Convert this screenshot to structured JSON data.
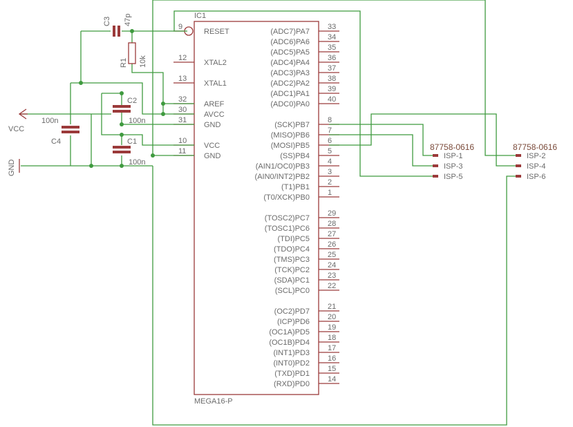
{
  "ic": {
    "name": "IC1",
    "value": "MEGA16-P",
    "left_pins": [
      {
        "num": "9",
        "label": "RESET"
      },
      {
        "num": "12",
        "label": "XTAL2"
      },
      {
        "num": "13",
        "label": "XTAL1"
      },
      {
        "num": "32",
        "label": "AREF"
      },
      {
        "num": "30",
        "label": "AVCC"
      },
      {
        "num": "31",
        "label": "GND"
      },
      {
        "num": "10",
        "label": "VCC"
      },
      {
        "num": "11",
        "label": "GND"
      }
    ],
    "right_pins": [
      {
        "num": "33",
        "label": "(ADC7)PA7"
      },
      {
        "num": "34",
        "label": "(ADC6)PA6"
      },
      {
        "num": "35",
        "label": "(ADC5)PA5"
      },
      {
        "num": "36",
        "label": "(ADC4)PA4"
      },
      {
        "num": "37",
        "label": "(ADC3)PA3"
      },
      {
        "num": "38",
        "label": "(ADC2)PA2"
      },
      {
        "num": "39",
        "label": "(ADC1)PA1"
      },
      {
        "num": "40",
        "label": "(ADC0)PA0"
      },
      {
        "num": "8",
        "label": "(SCK)PB7"
      },
      {
        "num": "7",
        "label": "(MISO)PB6"
      },
      {
        "num": "6",
        "label": "(MOSI)PB5"
      },
      {
        "num": "5",
        "label": "(SS)PB4"
      },
      {
        "num": "4",
        "label": "(AIN1/OC0)PB3"
      },
      {
        "num": "3",
        "label": "(AIN0/INT2)PB2"
      },
      {
        "num": "2",
        "label": "(T1)PB1"
      },
      {
        "num": "1",
        "label": "(T0/XCK)PB0"
      },
      {
        "num": "29",
        "label": "(TOSC2)PC7"
      },
      {
        "num": "28",
        "label": "(TOSC1)PC6"
      },
      {
        "num": "27",
        "label": "(TDI)PC5"
      },
      {
        "num": "26",
        "label": "(TDO)PC4"
      },
      {
        "num": "25",
        "label": "(TMS)PC3"
      },
      {
        "num": "24",
        "label": "(TCK)PC2"
      },
      {
        "num": "23",
        "label": "(SDA)PC1"
      },
      {
        "num": "22",
        "label": "(SCL)PC0"
      },
      {
        "num": "21",
        "label": "(OC2)PD7"
      },
      {
        "num": "20",
        "label": "(ICP)PD6"
      },
      {
        "num": "19",
        "label": "(OC1A)PD5"
      },
      {
        "num": "18",
        "label": "(OC1B)PD4"
      },
      {
        "num": "17",
        "label": "(INT1)PD3"
      },
      {
        "num": "16",
        "label": "(INT0)PD2"
      },
      {
        "num": "15",
        "label": "(TXD)PD1"
      },
      {
        "num": "14",
        "label": "(RXD)PD0"
      }
    ]
  },
  "components": {
    "c3_name": "C3",
    "c3_value": "47p",
    "r1_name": "R1",
    "r1_value": "10k",
    "c2_name": "C2",
    "c2_value": "100n",
    "c1_name": "C1",
    "c1_value": "100n",
    "c4_name": "C4",
    "c4_value": "100n"
  },
  "supplies": {
    "vcc": "VCC",
    "gnd": "GND"
  },
  "connectors": [
    {
      "part": "87758-0616",
      "pins": [
        "ISP-1",
        "ISP-3",
        "ISP-5"
      ]
    },
    {
      "part": "87758-0616",
      "pins": [
        "ISP-2",
        "ISP-4",
        "ISP-6"
      ]
    }
  ],
  "colors": {
    "wire": "#3f9a3f",
    "symbol": "#9b3a3a",
    "text": "#6a6a6a"
  }
}
